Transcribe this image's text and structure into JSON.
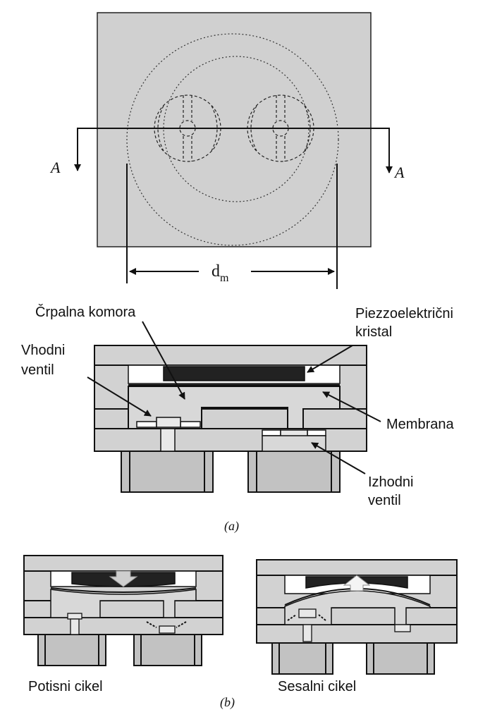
{
  "top_view": {
    "section_left": "A",
    "section_right": "A",
    "dimension_base": "d",
    "dimension_sub": "m"
  },
  "labels": {
    "pump_chamber": "Črpalna komora",
    "piezo_line1": "Piezzoelektrični",
    "piezo_line2": "kristal",
    "inlet_line1": "Vhodni",
    "inlet_line2": "ventil",
    "membrane": "Membrana",
    "outlet_line1": "Izhodni",
    "outlet_line2": "ventil"
  },
  "captions": {
    "a": "(a)",
    "b": "(b)",
    "push": "Potisni cikel",
    "suction": "Sesalni cikel"
  },
  "colors": {
    "background_block": "#d2d2d2",
    "piezo_crystal": "#222222"
  }
}
